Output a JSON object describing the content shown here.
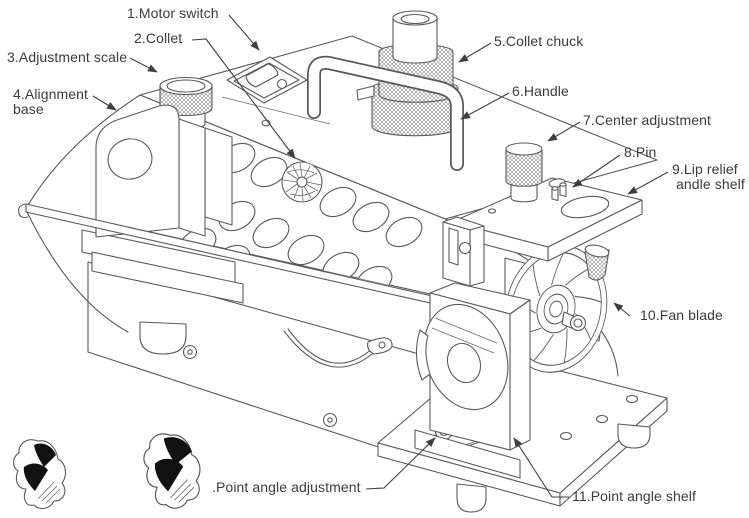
{
  "figure": {
    "subject": "Drill bit sharpener parts diagram",
    "colors": {
      "line": "#5a5a5a",
      "text": "#3b3b3b",
      "background": "#ffffff",
      "flute_fill": "#111111"
    },
    "labels": {
      "motor_switch": "1.Motor switch",
      "collet": "2.Collet",
      "adjustment_scale": "3.Adjustment scale",
      "alignment_base_line1": "4.Alignment",
      "alignment_base_line2": "base",
      "collet_chuck": "5.Collet chuck",
      "handle": "6.Handle",
      "center_adjustment": "7.Center adjustment",
      "pin": "8.Pin",
      "lip_relief_line1": "9.Lip relief",
      "lip_relief_line2": "andle shelf",
      "fan_blade": "10.Fan blade",
      "point_angle_shelf": "11.Point angle shelf",
      "point_angle_adjustment": ".Point angle adjustment"
    }
  }
}
